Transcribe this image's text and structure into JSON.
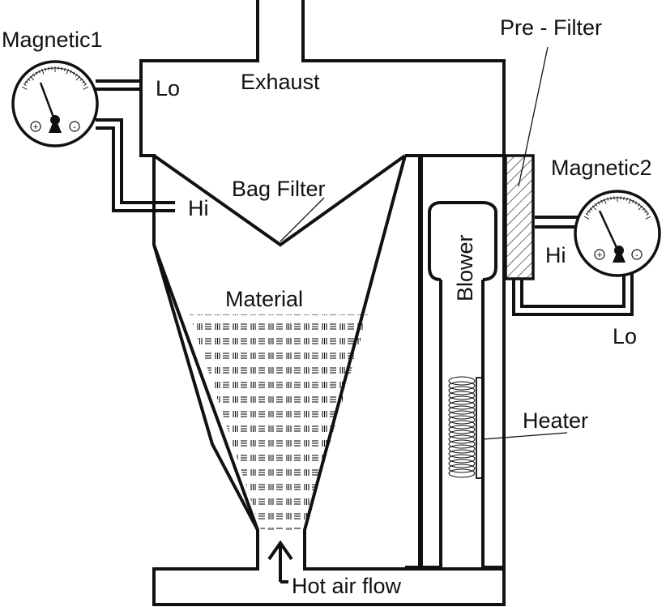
{
  "labels": {
    "magnetic1": "Magnetic1",
    "magnetic2": "Magnetic2",
    "pre_filter": "Pre - Filter",
    "lo_left": "Lo",
    "hi_left": "Hi",
    "exhaust": "Exhaust",
    "bag_filter": "Bag Filter",
    "material": "Material",
    "blower": "Blower",
    "hi_right": "Hi",
    "lo_right": "Lo",
    "heater": "Heater",
    "hot_air_flow": "Hot air flow"
  },
  "gauge_symbols": {
    "plus": "+",
    "minus": "-"
  },
  "colors": {
    "ink": "#111111",
    "background": "#ffffff"
  }
}
